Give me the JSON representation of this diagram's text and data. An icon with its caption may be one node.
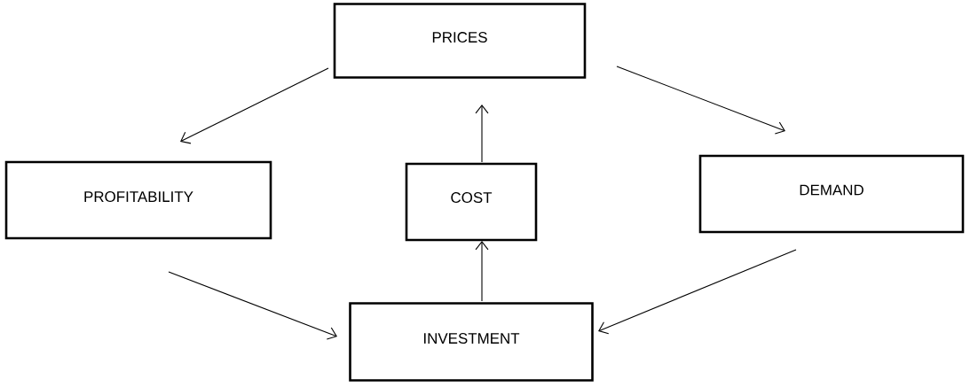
{
  "diagram": {
    "nodes": [
      {
        "text": [
          "PRICES"
        ]
      },
      {
        "text": [
          "PROFITABILITY"
        ]
      },
      {
        "text": [
          "COST"
        ]
      },
      {
        "text": [
          "DEMAND"
        ]
      },
      {
        "text": [
          "INVESTMENT"
        ]
      }
    ],
    "edges": [
      {
        "from": 0,
        "to": 1,
        "arrow": "to"
      },
      {
        "from": 0,
        "to": 3,
        "arrow": "to"
      },
      {
        "from": 2,
        "to": 0,
        "arrow": "to"
      },
      {
        "from": 4,
        "to": 2,
        "arrow": "to"
      },
      {
        "from": 1,
        "to": 4,
        "arrow": "to"
      },
      {
        "from": 3,
        "to": 4,
        "arrow": "to"
      }
    ]
  }
}
